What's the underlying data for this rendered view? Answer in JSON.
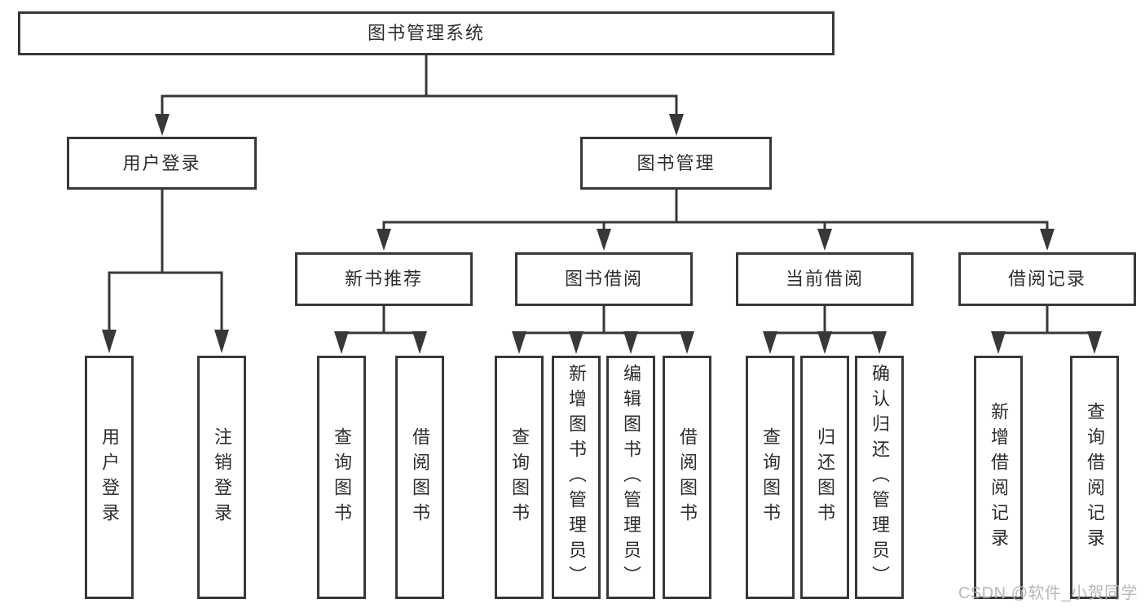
{
  "diagram": {
    "root": {
      "label": "图书管理系统"
    },
    "branches": [
      {
        "label": "用户登录",
        "leaves": [
          "用户登录",
          "注销登录"
        ]
      },
      {
        "label": "图书管理",
        "children": [
          {
            "label": "新书推荐",
            "leaves": [
              "查询图书",
              "借阅图书"
            ]
          },
          {
            "label": "图书借阅",
            "leaves": [
              "查询图书",
              "新增图书（管理员）",
              "编辑图书（管理员）",
              "借阅图书"
            ]
          },
          {
            "label": "当前借阅",
            "leaves": [
              "查询图书",
              "归还图书",
              "确认归还（管理员）"
            ]
          },
          {
            "label": "借阅记录",
            "leaves": [
              "新增借阅记录",
              "查询借阅记录"
            ]
          }
        ]
      }
    ]
  },
  "watermark": {
    "text": "CSDN @软件_小贺同学"
  },
  "colors": {
    "line": "#383838",
    "box_border": "#383838",
    "text": "#2d2d2d",
    "watermark": "#b2b2b2",
    "background": "#ffffff"
  }
}
